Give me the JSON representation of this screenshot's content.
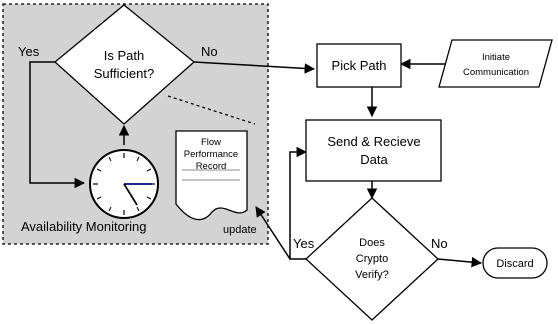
{
  "diagram": {
    "region_label": "Availability Monitoring",
    "decision_path": {
      "line1": "Is Path",
      "line2": "Sufficient?"
    },
    "yes_left": "Yes",
    "no_right": "No",
    "record": {
      "line1": "Flow",
      "line2": "Performance",
      "line3": "Record"
    },
    "update": "update",
    "pick_path": "Pick Path",
    "initiate": {
      "line1": "Initiate",
      "line2": "Communication"
    },
    "send_receive": {
      "line1": "Send & Recieve",
      "line2": "Data"
    },
    "decision_crypto": {
      "line1": "Does",
      "line2": "Crypto",
      "line3": "Verify?"
    },
    "yes_bottom": "Yes",
    "no_bottom": "No",
    "discard": "Discard",
    "colors": {
      "region_fill": "#d3d3d3",
      "stroke": "#000000",
      "clock_hand": "#1a2a8a"
    }
  }
}
